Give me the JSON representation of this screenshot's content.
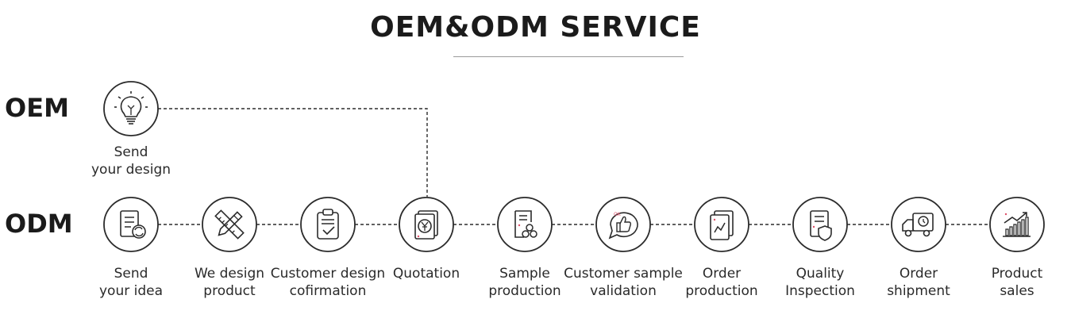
{
  "title": "OEM&ODM SERVICE",
  "rows": {
    "oem_label": "OEM",
    "odm_label": "ODM"
  },
  "oem_step": {
    "icon": "lightbulb-icon",
    "label_lines": [
      "Send",
      "your design"
    ]
  },
  "odm_steps": [
    {
      "icon": "document-refresh-icon",
      "label_lines": [
        "Send",
        "your idea"
      ]
    },
    {
      "icon": "pencil-ruler-icon",
      "label_lines": [
        "We design",
        "product"
      ]
    },
    {
      "icon": "clipboard-check-icon",
      "label_lines": [
        "Customer design",
        "cofirmation"
      ]
    },
    {
      "icon": "yen-document-icon",
      "label_lines": [
        "Quotation"
      ]
    },
    {
      "icon": "document-components-icon",
      "label_lines": [
        "Sample",
        "production"
      ]
    },
    {
      "icon": "thumbs-up-bubble-icon",
      "label_lines": [
        "Customer sample",
        "validation"
      ]
    },
    {
      "icon": "chart-document-icon",
      "label_lines": [
        "Order",
        "production"
      ]
    },
    {
      "icon": "document-shield-icon",
      "label_lines": [
        "Quality",
        "Inspection"
      ]
    },
    {
      "icon": "delivery-truck-icon",
      "label_lines": [
        "Order",
        "shipment"
      ]
    },
    {
      "icon": "sales-growth-chart-icon",
      "label_lines": [
        "Product",
        "sales"
      ]
    }
  ],
  "colors": {
    "stroke": "#2b2b2b",
    "accent": "#e0506a",
    "rule": "#9a9a9a"
  }
}
